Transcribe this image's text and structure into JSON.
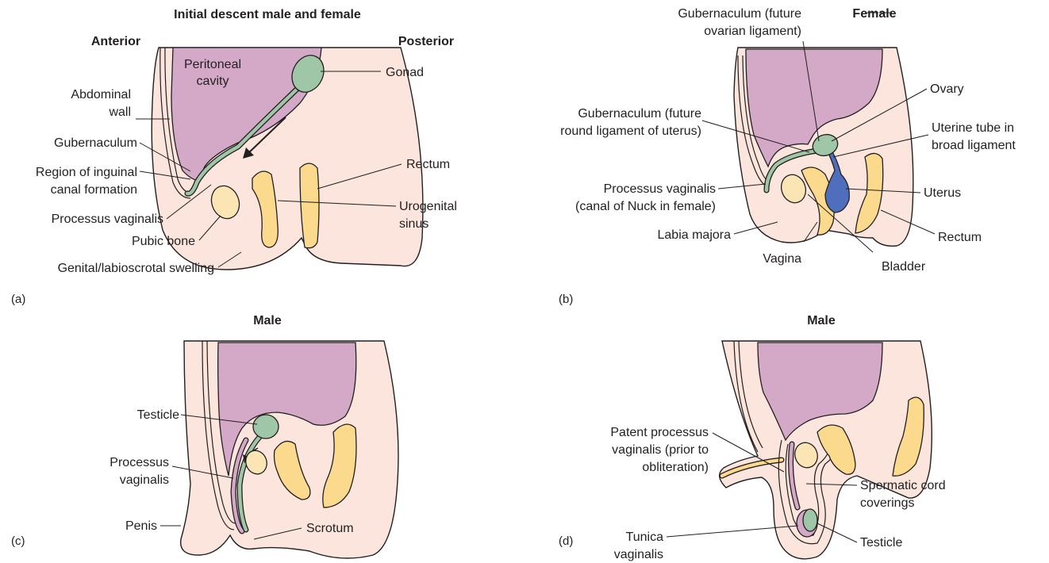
{
  "panel_a": {
    "title": "Initial descent male and female",
    "anterior": "Anterior",
    "posterior": "Posterior",
    "peritoneal_cavity_1": "Peritoneal",
    "peritoneal_cavity_2": "cavity",
    "gonad": "Gonad",
    "abdominal_wall_1": "Abdominal",
    "abdominal_wall_2": "wall",
    "gubernaculum": "Gubernaculum",
    "inguinal_1": "Region of inguinal",
    "inguinal_2": "canal formation",
    "processus_vaginalis": "Processus vaginalis",
    "pubic_bone": "Pubic bone",
    "genital_swelling": "Genital/labioscrotal swelling",
    "rectum": "Rectum",
    "urogenital_1": "Urogenital",
    "urogenital_2": "sinus",
    "panel_label": "(a)"
  },
  "panel_b": {
    "title": "Female",
    "gub_ovarian_1": "Gubernaculum (future",
    "gub_ovarian_2": "ovarian ligament)",
    "ovary": "Ovary",
    "gub_round_1": "Gubernaculum (future",
    "gub_round_2": "round ligament of uterus)",
    "uterine_tube_1": "Uterine tube in",
    "uterine_tube_2": "broad ligament",
    "pv_1": "Processus vaginalis",
    "pv_2": "(canal of Nuck in female)",
    "uterus": "Uterus",
    "labia_majora": "Labia majora",
    "rectum": "Rectum",
    "vagina": "Vagina",
    "bladder": "Bladder",
    "panel_label": "(b)"
  },
  "panel_c": {
    "title": "Male",
    "testicle": "Testicle",
    "pv_1": "Processus",
    "pv_2": "vaginalis",
    "penis": "Penis",
    "scrotum": "Scrotum",
    "panel_label": "(c)"
  },
  "panel_d": {
    "title": "Male",
    "patent_1": "Patent processus",
    "patent_2": "vaginalis (prior to",
    "patent_3": "obliteration)",
    "spermatic_1": "Spermatic cord",
    "spermatic_2": "coverings",
    "tunica_1": "Tunica",
    "tunica_2": "vaginalis",
    "testicle": "Testicle",
    "panel_label": "(d)"
  },
  "colors": {
    "skin": "#fbe5dc",
    "peritoneum": "#d3a9c7",
    "gonad": "#9fc6a7",
    "organ": "#fbd98d",
    "uterus": "#4f6fbd"
  }
}
